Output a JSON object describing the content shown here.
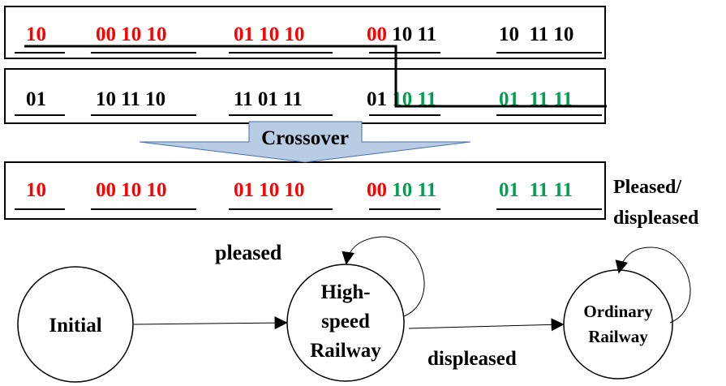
{
  "colors": {
    "red": "#ff0000",
    "green": "#00a050",
    "black": "#000000",
    "arrow_fill": "#b8cce4",
    "arrow_stroke": "#4a6fa5"
  },
  "rows": [
    {
      "id": "parent-1",
      "genes": [
        {
          "parts": [
            {
              "text": "10",
              "color": "red"
            }
          ]
        },
        {
          "parts": [
            {
              "text": "00 10 10",
              "color": "red"
            }
          ]
        },
        {
          "parts": [
            {
              "text": "01 10 10",
              "color": "red"
            }
          ]
        },
        {
          "parts": [
            {
              "text": "00",
              "color": "red"
            },
            {
              "text": " 10 11",
              "color": "black"
            }
          ]
        },
        {
          "parts": [
            {
              "text": "10  11 10",
              "color": "black"
            }
          ]
        }
      ]
    },
    {
      "id": "parent-2",
      "genes": [
        {
          "parts": [
            {
              "text": "01",
              "color": "black"
            }
          ]
        },
        {
          "parts": [
            {
              "text": "10 11 10",
              "color": "black"
            }
          ]
        },
        {
          "parts": [
            {
              "text": "11 01 11",
              "color": "black"
            }
          ]
        },
        {
          "parts": [
            {
              "text": "01 ",
              "color": "black"
            },
            {
              "text": "10 11",
              "color": "green"
            }
          ]
        },
        {
          "parts": [
            {
              "text": "01  11 11",
              "color": "green"
            }
          ]
        }
      ]
    },
    {
      "id": "offspring",
      "genes": [
        {
          "parts": [
            {
              "text": "10",
              "color": "red"
            }
          ]
        },
        {
          "parts": [
            {
              "text": "00 10 10",
              "color": "red"
            }
          ]
        },
        {
          "parts": [
            {
              "text": "01 10 10",
              "color": "red"
            }
          ]
        },
        {
          "parts": [
            {
              "text": "00",
              "color": "red"
            },
            {
              "text": " 10 11",
              "color": "green"
            }
          ]
        },
        {
          "parts": [
            {
              "text": "01  11 11",
              "color": "green"
            }
          ]
        }
      ]
    }
  ],
  "crossover_label": "Crossover",
  "result_label_line1": "Pleased/",
  "result_label_line2": "displeased",
  "states": {
    "initial": "Initial",
    "high_speed_line1": "High-",
    "high_speed_line2": "speed",
    "high_speed_line3": "Railway",
    "ordinary_line1": "Ordinary",
    "ordinary_line2": "Railway"
  },
  "edge_labels": {
    "pleased": "pleased",
    "displeased": "displeased"
  }
}
